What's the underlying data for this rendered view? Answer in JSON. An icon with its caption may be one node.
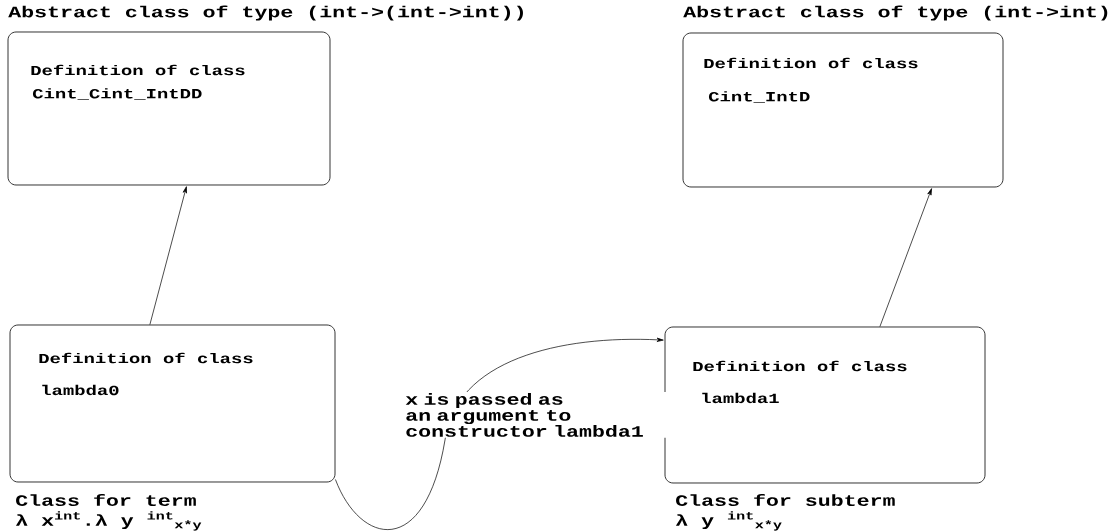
{
  "diagram": {
    "nodes": [
      {
        "text": [
          "Abstract class of type (int->(int->int))",
          "Definition of class",
          "Cint_Cint_IntDD"
        ]
      },
      {
        "text": [
          "Abstract class of type (int->int)",
          "Definition of class",
          "Cint_IntD"
        ]
      },
      {
        "text": [
          "Definition of class",
          "lambda0"
        ],
        "beside": [
          "Class for term",
          "λ x$^{int}$.λ y $^{int}$$_{x*y}$"
        ]
      },
      {
        "text": [
          "Definition of class",
          "lambda1"
        ],
        "beside": [
          "Class for subterm",
          "λ y $^{int}$$_{x*y}$"
        ]
      }
    ],
    "edges": [
      {
        "from": 2,
        "to": 0,
        "arrow": "to"
      },
      {
        "from": 3,
        "to": 1,
        "arrow": "to"
      },
      {
        "from": 2,
        "to": 3,
        "arrow": "to",
        "label": "x is passed as an argument to constructor lambda1"
      }
    ]
  }
}
